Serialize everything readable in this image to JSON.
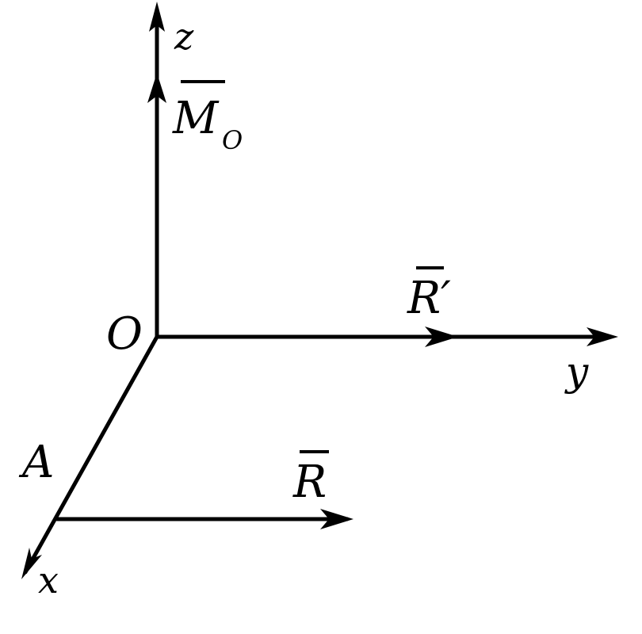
{
  "labels": {
    "z_axis": "z",
    "y_axis": "y",
    "x_axis": "x",
    "origin": "O",
    "point_a": "A",
    "moment_main": "M",
    "moment_sub": "O",
    "resultant_prime": "R′",
    "resultant": "R"
  },
  "colors": {
    "ink": "#000000",
    "background": "#ffffff"
  }
}
